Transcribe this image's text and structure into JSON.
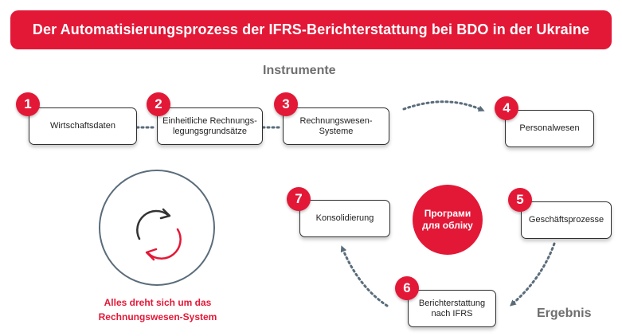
{
  "title": "Der Automatisierungsprozess der IFRS-Berichterstattung bei BDO in der Ukraine",
  "labels": {
    "instrumente": "Instrumente",
    "ergebnis": "Ergebnis"
  },
  "steps": [
    {
      "number": "1",
      "label": "Wirtschaftsdaten"
    },
    {
      "number": "2",
      "label": "Einheitliche Rechnungs-\nlegungsgrundsätze"
    },
    {
      "number": "3",
      "label": "Rechnungswesen-\nSysteme"
    },
    {
      "number": "4",
      "label": "Personalwesen"
    },
    {
      "number": "5",
      "label": "Geschäftsprozesse"
    },
    {
      "number": "6",
      "label": "Berichterstattung\nnach IFRS"
    },
    {
      "number": "7",
      "label": "Konsolidierung"
    }
  ],
  "hub": {
    "label": "Програми\nдля обліку"
  },
  "caption": "Alles dreht sich um das\nRechnungswesen-System",
  "icons": {
    "cycle": "refresh-cycle-icon"
  },
  "colors": {
    "accent": "#e31837",
    "connector": "#5a6c7a",
    "label_gray": "#6e6e6e"
  }
}
